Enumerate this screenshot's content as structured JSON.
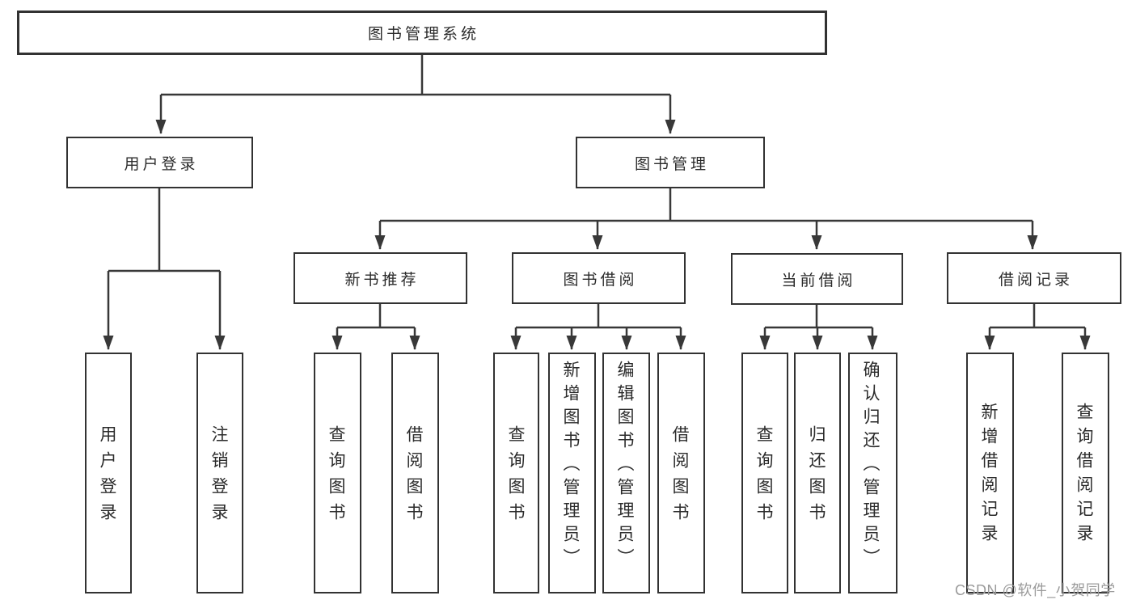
{
  "root": {
    "label": "图书管理系统"
  },
  "branches": {
    "user_login": {
      "label": "用户登录",
      "children": [
        "用户登录",
        "注销登录"
      ]
    },
    "book_mgmt": {
      "label": "图书管理",
      "sections": {
        "new_books": {
          "label": "新书推荐",
          "children": [
            "查询图书",
            "借阅图书"
          ]
        },
        "book_borrow": {
          "label": "图书借阅",
          "children": [
            "查询图书",
            "新增图书（管理员）",
            "编辑图书（管理员）",
            "借阅图书"
          ]
        },
        "current_borrow": {
          "label": "当前借阅",
          "children": [
            "查询图书",
            "归还图书",
            "确认归还（管理员）"
          ]
        },
        "borrow_records": {
          "label": "借阅记录",
          "children": [
            "新增借阅记录",
            "查询借阅记录"
          ]
        }
      }
    }
  },
  "watermark": {
    "text": "CSDN @软件_小贺同学"
  },
  "colors": {
    "line": "#383838",
    "box_border": "#323232",
    "text": "#2b2b2b",
    "watermark": "#9b9b9b",
    "background": "#ffffff"
  }
}
